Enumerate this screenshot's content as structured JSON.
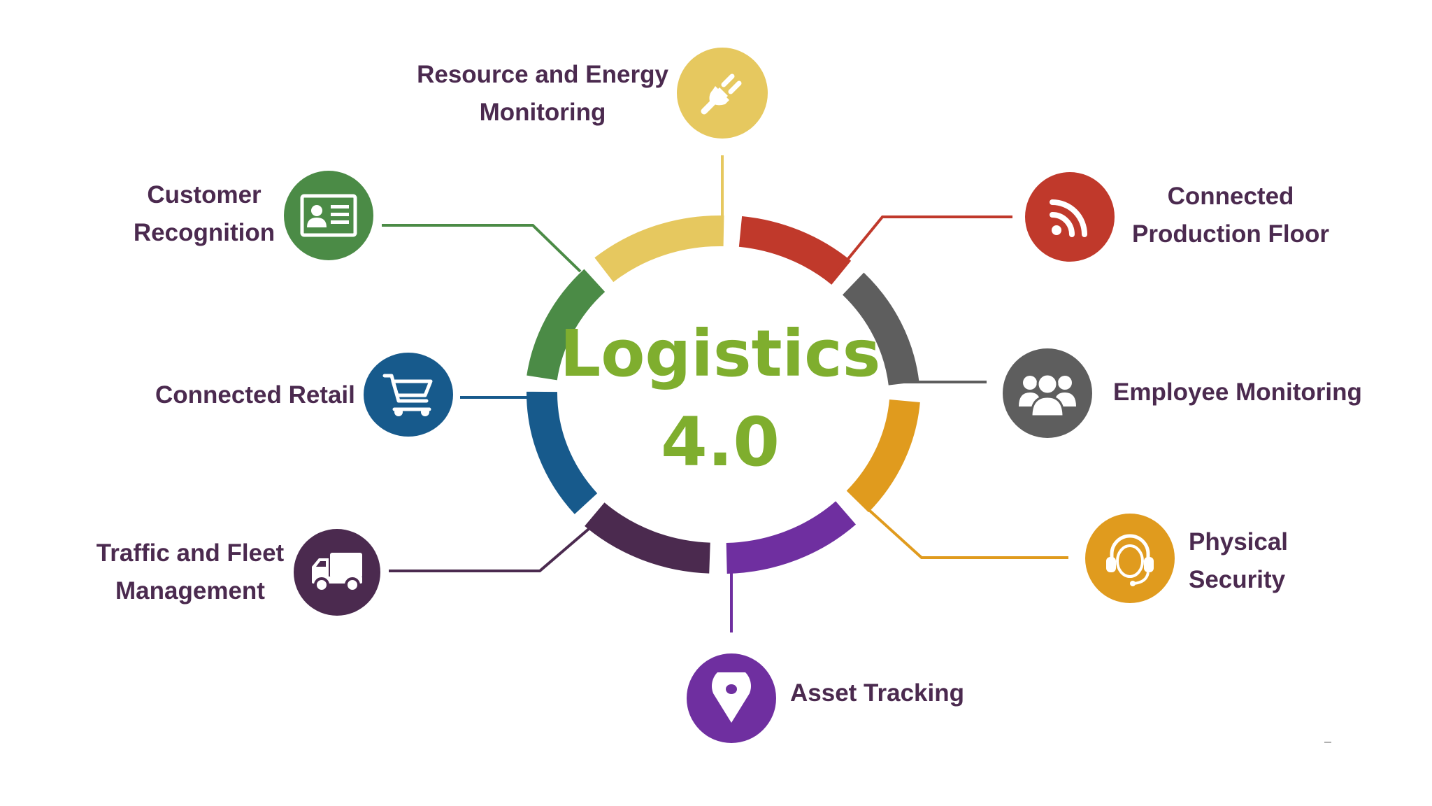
{
  "title": {
    "line1": "Logistics",
    "line2": "4.0"
  },
  "nodes": [
    {
      "id": "resource",
      "label1": "Resource and Energy",
      "label2": "Monitoring",
      "color": "#e6c85f",
      "icon": "plug-icon"
    },
    {
      "id": "production",
      "label1": "Connected",
      "label2": "Production Floor",
      "color": "#c0392b",
      "icon": "rss-feed-icon"
    },
    {
      "id": "employee",
      "label1": "Employee Monitoring",
      "color": "#5e5e5e",
      "icon": "user-group-icon"
    },
    {
      "id": "security",
      "label1": "Physical",
      "label2": "Security",
      "color": "#e09b1e",
      "icon": "headset-icon"
    },
    {
      "id": "asset",
      "label1": "Asset Tracking",
      "color": "#6f2fa0",
      "icon": "map-pin-icon"
    },
    {
      "id": "traffic",
      "label1": "Traffic and Fleet",
      "label2": "Management",
      "color": "#4b2a4f",
      "icon": "truck-icon"
    },
    {
      "id": "retail",
      "label1": "Connected Retail",
      "color": "#175a8c",
      "icon": "shopping-cart-icon"
    },
    {
      "id": "customer",
      "label1": "Customer",
      "label2": "Recognition",
      "color": "#4b8b46",
      "icon": "id-card-icon"
    }
  ]
}
